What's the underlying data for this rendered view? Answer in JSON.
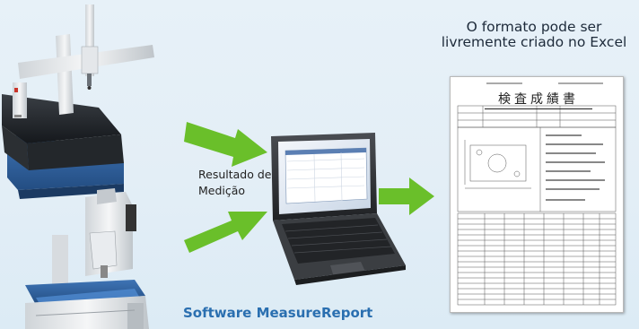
{
  "caption": {
    "line1": "O formato pode ser",
    "line2": "livremente criado no Excel"
  },
  "result_label": {
    "line1": "Resultado de",
    "line2": "Medição"
  },
  "software_title": "Software MeasureReport",
  "report": {
    "title": "検査成績書"
  },
  "colors": {
    "arrow": "#6abf2a",
    "title_blue": "#2a6fb0",
    "background": "#e3eef6"
  }
}
